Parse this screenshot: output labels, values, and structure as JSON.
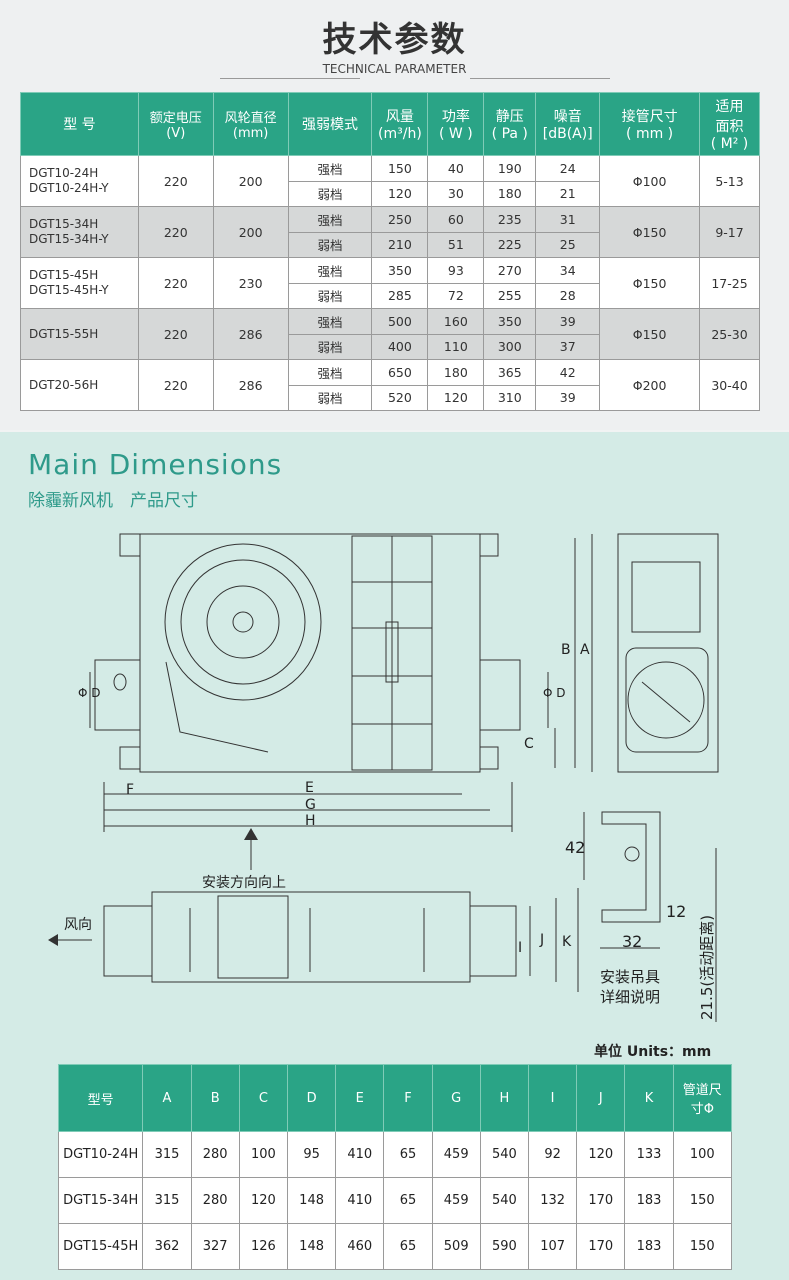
{
  "header": {
    "title": "技术参数",
    "subtitle": "TECHNICAL PARAMETER"
  },
  "spec_table": {
    "headers": [
      "型 号",
      "额定电压\n(V)",
      "风轮直径\n(mm)",
      "强弱模式",
      "风量\n(m³/h)",
      "功率\n( W )",
      "静压\n( Pa )",
      "噪音\n[dB(A)]",
      "接管尺寸\n( mm )",
      "适用\n面积\n( M² )"
    ],
    "modes": [
      "强档",
      "弱档"
    ],
    "rows": [
      {
        "model": "DGT10-24H\nDGT10-24H-Y",
        "voltage": "220",
        "wheel": "200",
        "strong": [
          "150",
          "40",
          "190",
          "24"
        ],
        "weak": [
          "120",
          "30",
          "180",
          "21"
        ],
        "pipe": "Φ100",
        "area": "5-13"
      },
      {
        "model": "DGT15-34H\nDGT15-34H-Y",
        "voltage": "220",
        "wheel": "200",
        "strong": [
          "250",
          "60",
          "235",
          "31"
        ],
        "weak": [
          "210",
          "51",
          "225",
          "25"
        ],
        "pipe": "Φ150",
        "area": "9-17"
      },
      {
        "model": "DGT15-45H\nDGT15-45H-Y",
        "voltage": "220",
        "wheel": "230",
        "strong": [
          "350",
          "93",
          "270",
          "34"
        ],
        "weak": [
          "285",
          "72",
          "255",
          "28"
        ],
        "pipe": "Φ150",
        "area": "17-25"
      },
      {
        "model": "DGT15-55H",
        "voltage": "220",
        "wheel": "286",
        "strong": [
          "500",
          "160",
          "350",
          "39"
        ],
        "weak": [
          "400",
          "110",
          "300",
          "37"
        ],
        "pipe": "Φ150",
        "area": "25-30"
      },
      {
        "model": "DGT20-56H",
        "voltage": "220",
        "wheel": "286",
        "strong": [
          "650",
          "180",
          "365",
          "42"
        ],
        "weak": [
          "520",
          "120",
          "310",
          "39"
        ],
        "pipe": "Φ200",
        "area": "30-40"
      }
    ]
  },
  "dimensions": {
    "title": "Main Dimensions",
    "subtitle": "除霾新风机　产品尺寸",
    "labels": {
      "install_dir": "安装方向向上",
      "wind_dir": "风向",
      "hanger_1": "安装吊具",
      "hanger_2": "详细说明",
      "travel": "21.5(活动距离)",
      "n42": "42",
      "n12": "12",
      "n32": "32",
      "A": "A",
      "B": "B",
      "C": "C",
      "D": "Φ D",
      "E": "E",
      "F": "F",
      "G": "G",
      "H": "H",
      "I": "I",
      "J": "J",
      "K": "K"
    },
    "units": "单位 Units：mm"
  },
  "dim_table": {
    "headers": [
      "型号",
      "A",
      "B",
      "C",
      "D",
      "E",
      "F",
      "G",
      "H",
      "I",
      "J",
      "K",
      "管道尺\n寸Φ"
    ],
    "rows": [
      [
        "DGT10-24H",
        "315",
        "280",
        "100",
        "95",
        "410",
        "65",
        "459",
        "540",
        "92",
        "120",
        "133",
        "100"
      ],
      [
        "DGT15-34H",
        "315",
        "280",
        "120",
        "148",
        "410",
        "65",
        "459",
        "540",
        "132",
        "170",
        "183",
        "150"
      ],
      [
        "DGT15-45H",
        "362",
        "327",
        "126",
        "148",
        "460",
        "65",
        "509",
        "590",
        "107",
        "170",
        "183",
        "150"
      ]
    ]
  },
  "colors": {
    "accent": "#2aa486",
    "dim_bg": "#d4ebe6",
    "title_green": "#2e9a8a"
  }
}
